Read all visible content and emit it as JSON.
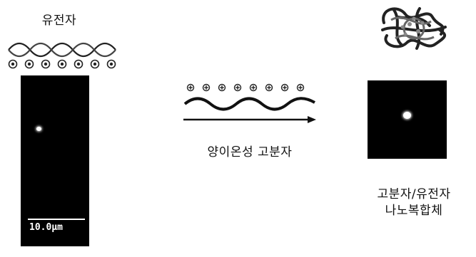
{
  "left_panel": {
    "title": "유전자",
    "scale_bar_label": "10.0μm"
  },
  "middle": {
    "caption": "양이온성 고분자",
    "charge_symbol_count": 8
  },
  "right_panel": {
    "caption_line1": "고분자/유전자",
    "caption_line2": "나노복합체"
  },
  "colors": {
    "image_black": "#000000",
    "ink": "#222222",
    "complex_gray": "#666666"
  }
}
